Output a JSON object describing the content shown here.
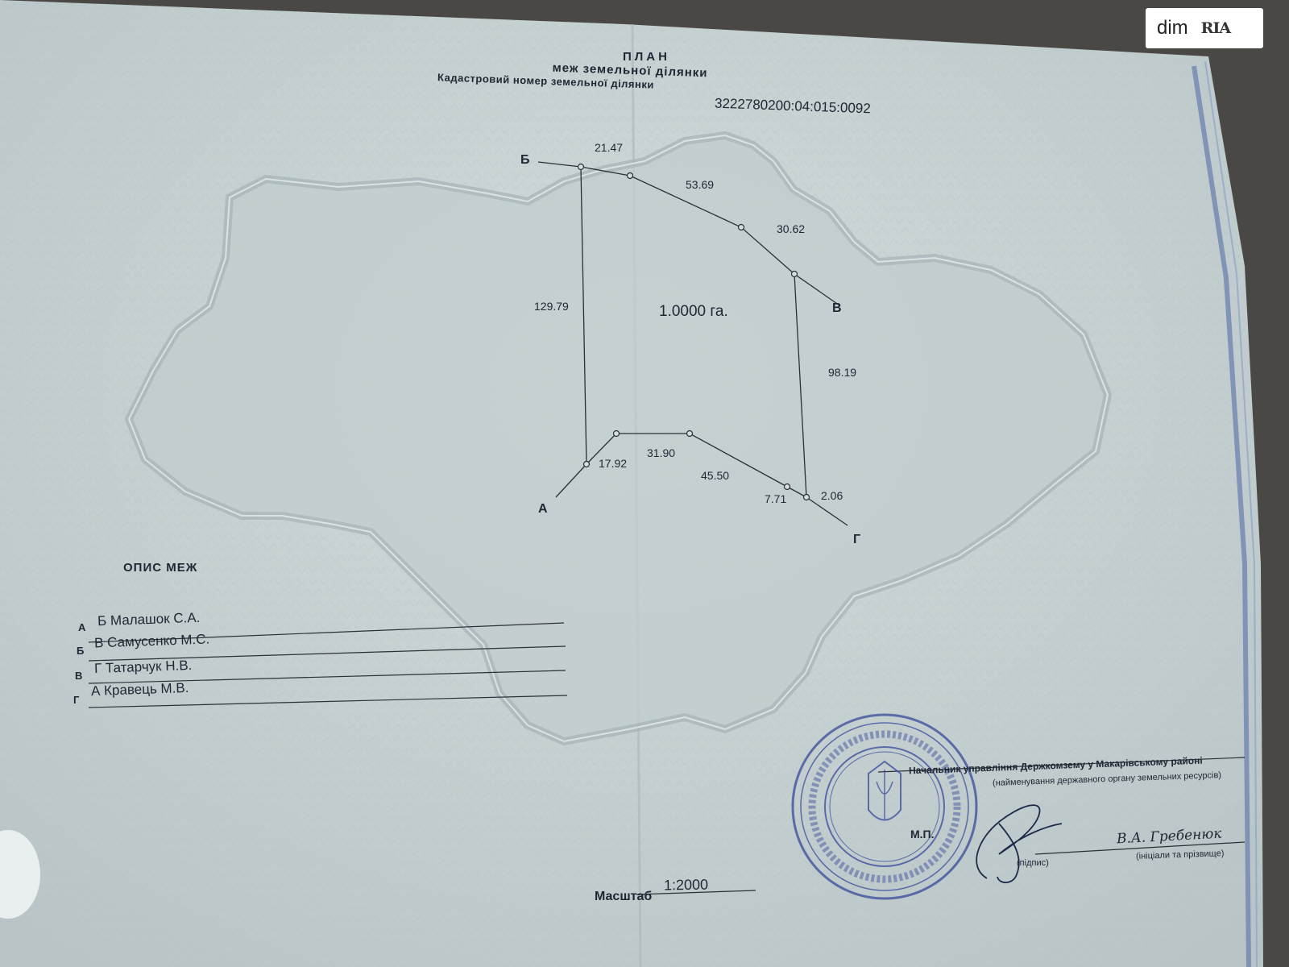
{
  "watermark": {
    "brand_left": "dim",
    "brand_right": "RIA"
  },
  "plan": {
    "title": "ПЛАН",
    "subtitle": "меж земельної ділянки",
    "cadastral_label": "Кадастровий номер земельної ділянки",
    "cadastral_number": "3222780200:04:015:0092",
    "area": "1.0000 га.",
    "vertices": {
      "A": "А",
      "B": "Б",
      "V": "В",
      "G": "Г"
    },
    "dimensions": {
      "d1": "21.47",
      "d2": "53.69",
      "d3": "30.62",
      "d4": "129.79",
      "d5": "98.19",
      "d6": "17.92",
      "d7": "31.90",
      "d8": "45.50",
      "d9": "7.71",
      "d10": "2.06"
    }
  },
  "boundaries": {
    "heading": "ОПИС МЕЖ",
    "rows": [
      {
        "from": "А",
        "text": "Б Малашок С.А."
      },
      {
        "from": "Б",
        "text": "В Самусенко М.С."
      },
      {
        "from": "В",
        "text": "Г Татарчук Н.В."
      },
      {
        "from": "Г",
        "text": "А Кравець М.В."
      }
    ]
  },
  "signature": {
    "position": "Начальник управління Держкомзему у Макарівському районі",
    "position_caption": "(найменування державного органу земельних ресурсів)",
    "stamp_mark": "М.П.",
    "signature_caption": "(підпис)",
    "name": "В.А. Гребенюк",
    "name_caption": "(ініціали та прізвище)"
  },
  "scale": {
    "label": "Масштаб",
    "value": "1:2000"
  },
  "colors": {
    "paper": "#c9d3d4",
    "ink": "#1e2733",
    "border": "#6f86b0",
    "stamp": "#3d4f9c"
  }
}
